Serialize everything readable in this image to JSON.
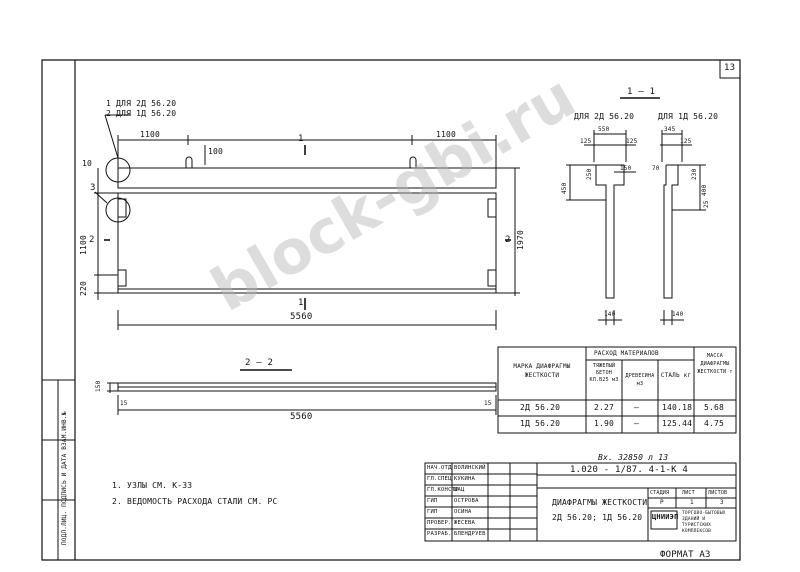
{
  "sheet": {
    "number": "13",
    "format": "ФОРМАТ  А3",
    "side_strip": "ПОДЛ.ЛИЦ. ПОДПИСЬ И ДАТА ВЗАМ.ИНВ.№"
  },
  "callouts": {
    "note1": "1  ДЛЯ 2Д 56.20",
    "note2": "2  ДЛЯ 1Д 56.20",
    "num1": "1",
    "num2": "2",
    "num3": "3"
  },
  "elevation": {
    "dim_left_top": "1100",
    "dim_right_top": "1100",
    "dim_100": "100",
    "dim_10": "10",
    "dim_1100": "1100",
    "dim_220": "220",
    "dim_1970": "1970",
    "dim_length": "5560",
    "label_2_left": "2",
    "label_2_right": "2",
    "label_1_top": "1",
    "label_1_bottom": "1"
  },
  "section22": {
    "title": "2 — 2",
    "dim_15_left": "15",
    "dim_15_right": "15",
    "dim_150": "150",
    "dim_length": "5560"
  },
  "section11": {
    "title": "1 — 1",
    "label_2d": "ДЛЯ 2Д 56.20",
    "label_1d": "ДЛЯ 1Д 56.20",
    "dim_550": "550",
    "dim_125a": "125",
    "dim_125b": "125",
    "dim_450": "450",
    "dim_250": "250",
    "dim_150": "150",
    "dim_140a": "140",
    "dim_345": "345",
    "dim_125c": "125",
    "dim_70": "70",
    "dim_230": "230",
    "dim_400": "400",
    "dim_25": "25",
    "dim_140b": "140"
  },
  "materials_table": {
    "h_mark": "МАРКА ДИАФРАГМЫ ЖЕСТКОСТИ",
    "h_consumption": "РАСХОД  МАТЕРИАЛОВ",
    "h_concrete": "ТЯЖЕЛЫЙ БЕТОН КЛ.В25 м3",
    "h_wood": "ДРЕВЕСИНА м3",
    "h_steel": "СТАЛЬ кг",
    "h_mass": "МАССА ДИАФРАГМЫ ЖЕСТКОСТИ т",
    "rows": [
      {
        "mark": "2Д 56.20",
        "concrete": "2.27",
        "wood": "—",
        "steel": "140.18",
        "mass": "5.68"
      },
      {
        "mark": "1Д 56.20",
        "concrete": "1.90",
        "wood": "—",
        "steel": "125.44",
        "mass": "4.75"
      }
    ]
  },
  "notes": {
    "n1": "1. УЗЛЫ СМ. К-33",
    "n2": "2. ВЕДОМОСТЬ РАСХОДА СТАЛИ СМ. РС"
  },
  "title_block": {
    "inv": "Вх. 32850 л 13",
    "code": "1.020 - 1/87. 4-1-К 4",
    "name_line1": "ДИАФРАГМЫ ЖЕСТКОСТИ",
    "name_line2": "2Д 56.20; 1Д 56.20",
    "stage_h": "СТАДИЯ",
    "sheet_h": "ЛИСТ",
    "sheets_h": "ЛИСТОВ",
    "stage_v": "Р",
    "sheet_v": "1",
    "sheets_v": "3",
    "org": "ЦНИИЭП",
    "org_sub": "ТОРГОВО-БЫТОВЫХ ЗДАНИЙ И ТУРИСТСКИХ КОМПЛЕКСОВ",
    "staff": [
      {
        "role": "НАЧ.ОТД",
        "name": "ВОЛИНСКИЙ"
      },
      {
        "role": "ГЛ.СПЕЦ",
        "name": "КУКИНА"
      },
      {
        "role": "ГЛ.КОНСТР",
        "name": "ШАЦ"
      },
      {
        "role": "ГИП",
        "name": "ОСТРОВА"
      },
      {
        "role": "ГИП",
        "name": "ОСИНА"
      },
      {
        "role": "ПРОВЕР.",
        "name": "ЖЕСЕВА"
      },
      {
        "role": "РАЗРАБ.",
        "name": "БЛЕНДРУЕВ"
      }
    ]
  },
  "watermark": "block-gbi.ru"
}
